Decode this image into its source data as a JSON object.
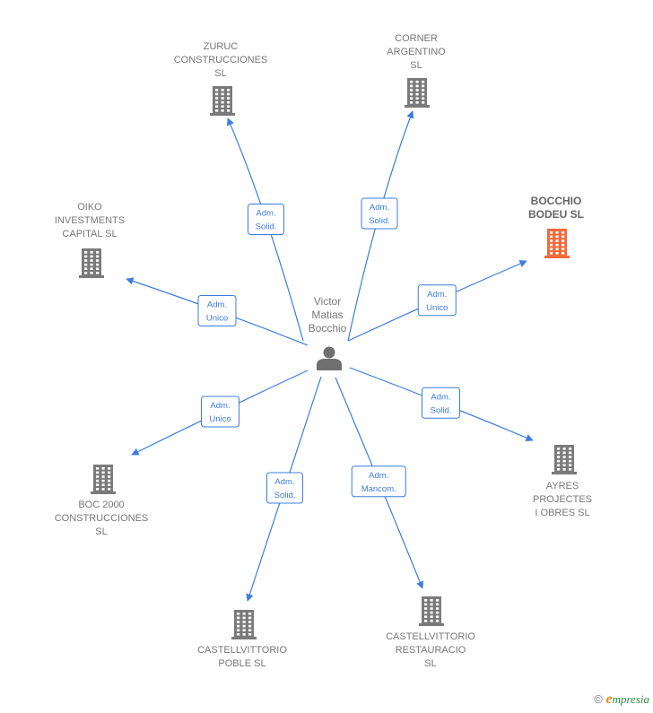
{
  "person": {
    "lines": [
      "Victor",
      "Matias",
      "Bocchio"
    ],
    "icon": "person-icon"
  },
  "companies": [
    {
      "id": "zuruc",
      "lines": [
        "ZURUC",
        "CONSTRUCCIONES",
        "SL"
      ],
      "highlight": false,
      "icon": "building-icon"
    },
    {
      "id": "corner",
      "lines": [
        "CORNER",
        "ARGENTINO",
        "SL"
      ],
      "highlight": false,
      "icon": "building-icon"
    },
    {
      "id": "bocchio",
      "lines": [
        "BOCCHIO",
        "BODEU  SL"
      ],
      "highlight": true,
      "icon": "building-icon"
    },
    {
      "id": "oiko",
      "lines": [
        "OIKO",
        "INVESTMENTS",
        "CAPITAL  SL"
      ],
      "highlight": false,
      "icon": "building-icon"
    },
    {
      "id": "ayres",
      "lines": [
        "AYRES",
        "PROJECTES",
        "I OBRES  SL"
      ],
      "highlight": false,
      "icon": "building-icon"
    },
    {
      "id": "boc2000",
      "lines": [
        "BOC 2000",
        "CONSTRUCCIONES",
        "SL"
      ],
      "highlight": false,
      "icon": "building-icon"
    },
    {
      "id": "castpoble",
      "lines": [
        "CASTELLVITTORIO",
        "POBLE  SL"
      ],
      "highlight": false,
      "icon": "building-icon"
    },
    {
      "id": "castrest",
      "lines": [
        "CASTELLVITTORIO",
        "RESTAURACIO",
        "SL"
      ],
      "highlight": false,
      "icon": "building-icon"
    }
  ],
  "edges": [
    {
      "to": "zuruc",
      "lines": [
        "Adm.",
        "Solid."
      ]
    },
    {
      "to": "corner",
      "lines": [
        "Adm.",
        "Solid."
      ]
    },
    {
      "to": "bocchio",
      "lines": [
        "Adm.",
        "Unico"
      ]
    },
    {
      "to": "oiko",
      "lines": [
        "Adm.",
        "Unico"
      ]
    },
    {
      "to": "ayres",
      "lines": [
        "Adm.",
        "Solid."
      ]
    },
    {
      "to": "boc2000",
      "lines": [
        "Adm.",
        "Unico"
      ]
    },
    {
      "to": "castpoble",
      "lines": [
        "Adm.",
        "Solid."
      ]
    },
    {
      "to": "castrest",
      "lines": [
        "Adm.",
        "Mancom."
      ]
    }
  ],
  "colors": {
    "edge": "#3b7ddd",
    "building": "#7a7a7a",
    "highlight_building": "#f26b3a",
    "person": "#6f6f6f"
  },
  "footer": {
    "copyright": "©",
    "brand_initial": "e",
    "brand_rest": "mpresia"
  }
}
